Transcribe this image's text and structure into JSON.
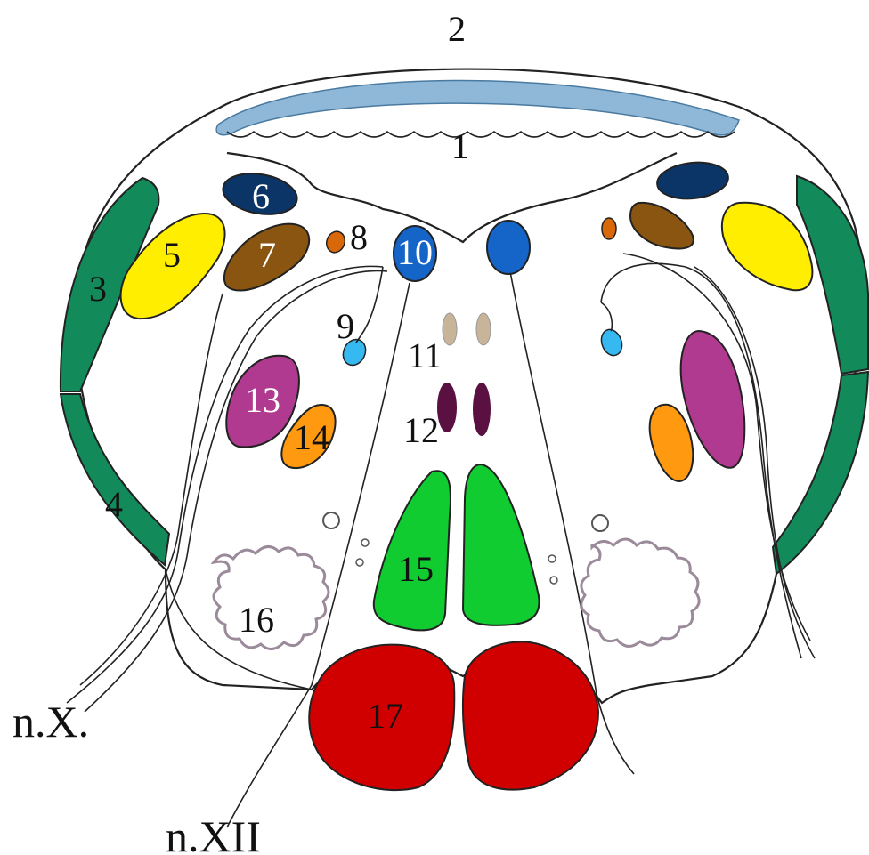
{
  "labels": {
    "l1": "1",
    "l2": "2",
    "l3": "3",
    "l4": "4",
    "l5": "5",
    "l6": "6",
    "l7": "7",
    "l8": "8",
    "l9": "9",
    "l10": "10",
    "l11": "11",
    "l12": "12",
    "l13": "13",
    "l14": "14",
    "l15": "15",
    "l16": "16",
    "l17": "17",
    "nX": "n.X.",
    "nXII": "n.XII"
  },
  "colors": {
    "choroid": "#8fb8d8",
    "green_dark": "#128a5a",
    "yellow": "#ffee00",
    "navy": "#0b3566",
    "brown": "#8a5510",
    "orange_small": "#d8680a",
    "light_blue": "#36b8f0",
    "blue": "#1565c8",
    "tan": "#c8b498",
    "plum": "#5a1040",
    "magenta": "#b03a90",
    "orange": "#ff9a10",
    "green_bright": "#10cc30",
    "olive_white": "#ffffff",
    "red": "#d00000"
  }
}
